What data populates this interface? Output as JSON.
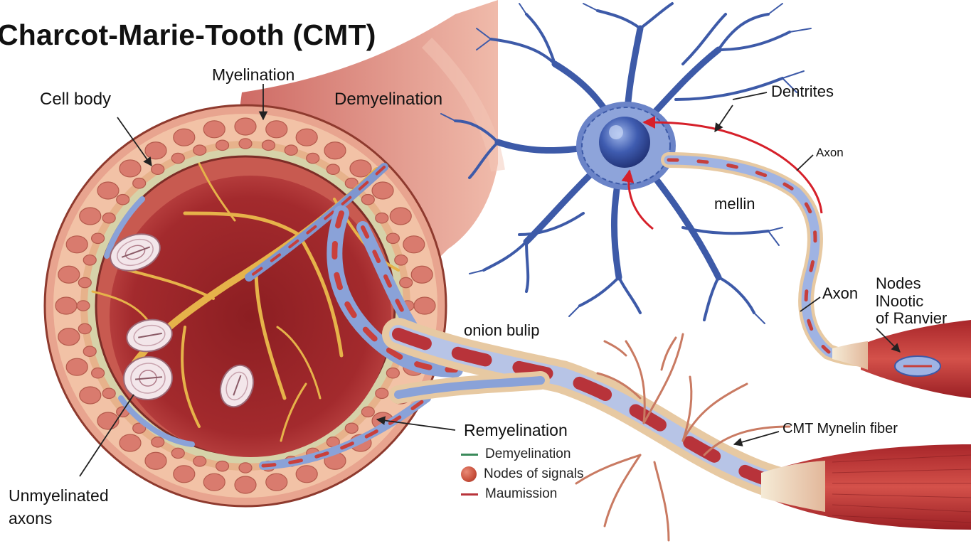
{
  "title": "Charcot-Marie-Tooth (CMT)",
  "labels": {
    "myelination": "Myelination",
    "cell_body": "Cell body",
    "demyelination": "Demyelination",
    "dentrites": "Dentrites",
    "axon_small": "Axon",
    "mellin": "mellin",
    "axon": "Axon",
    "nodes_line1": "Nodes",
    "nodes_line2": "lNootic",
    "nodes_line3": "of Ranvier",
    "onion_bulb": "onion bulip",
    "remyelination": "Remyelination",
    "cmt_fiber": "CMT Mynelin fiber",
    "unmyelinated_line1": "Unmyelinated",
    "unmyelinated_line2": "axons"
  },
  "legend": [
    {
      "label": "Demyelination",
      "swatch": "line",
      "color": "#3a8a5a"
    },
    {
      "label": "Nodes of signals",
      "swatch": "dot",
      "color": "#c8503c"
    },
    {
      "label": "Maumission",
      "swatch": "line",
      "color": "#b8333a"
    }
  ],
  "colors": {
    "tissue_red": "#b8333a",
    "myelin_peach": "#f1b79a",
    "neuron_blue": "#3d5aa8",
    "nerve_yellow": "#e8b84a",
    "signal_arrow": "#d6202a"
  }
}
